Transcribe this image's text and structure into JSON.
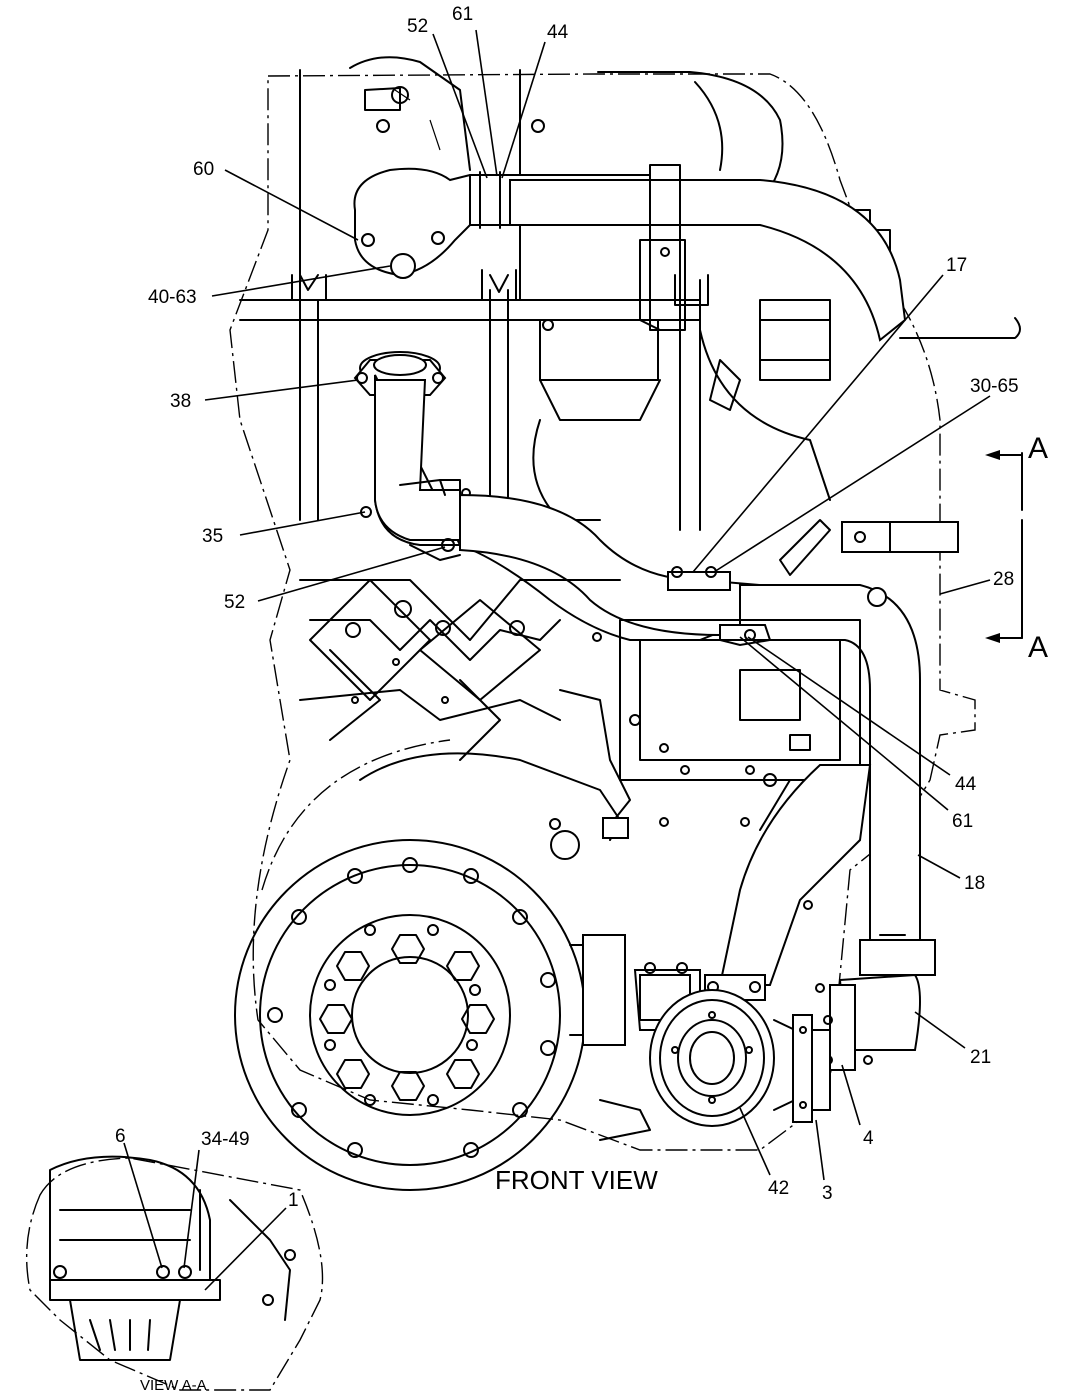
{
  "view_title": "FRONT VIEW",
  "detail_title": "VIEW A-A",
  "section_marks": [
    "A",
    "A"
  ],
  "callouts": [
    "52",
    "61",
    "44",
    "60",
    "40-63",
    "17",
    "30-65",
    "38",
    "35",
    "52",
    "28",
    "44",
    "61",
    "18",
    "21",
    "4",
    "3",
    "42",
    "6",
    "34-49",
    "1"
  ]
}
